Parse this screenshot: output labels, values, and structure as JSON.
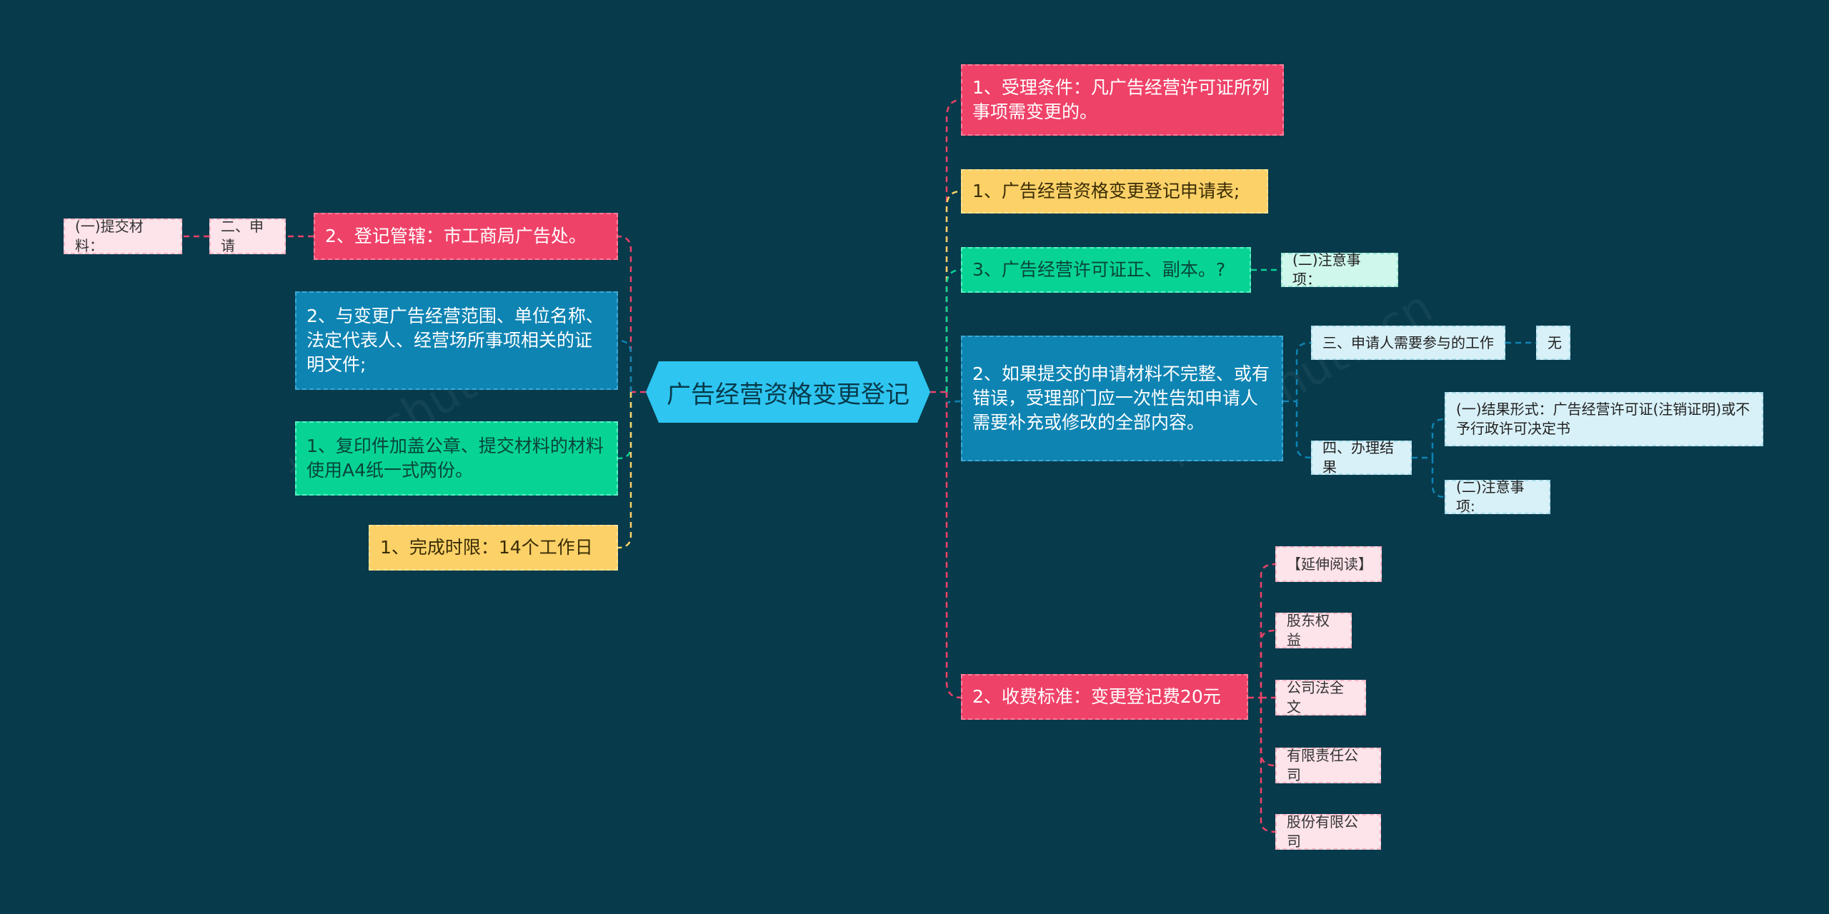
{
  "root": "广告经营资格变更登记",
  "left": {
    "l1": "2、登记管辖：市工商局广告处。",
    "l1_parent": "二、申请",
    "l1_grandparent": "(一)提交材料：",
    "l2": "2、与变更广告经营范围、单位名称、法定代表人、经营场所事项相关的证明文件;",
    "l3": "1、复印件加盖公章、提交材料的材料使用A4纸一式两份。",
    "l4": "1、完成时限：14个工作日"
  },
  "right": {
    "r1": "1、受理条件：凡广告经营许可证所列事项需变更的。",
    "r2": "1、广告经营资格变更登记申请表;",
    "r3": "3、广告经营许可证正、副本。?",
    "r3_child": "(二)注意事项：",
    "r4": "2、如果提交的申请材料不完整、或有错误，受理部门应一次性告知申请人需要补充或修改的全部内容。",
    "r4_child1": "三、申请人需要参与的工作",
    "r4_child1_value": "无",
    "r4_child2": "四、办理结果",
    "r4_child2_a": "(一)结果形式：广告经营许可证(注销证明)或不予行政许可决定书",
    "r4_child2_b": "(二)注意事项:",
    "r5": "2、收费标准：变更登记费20元",
    "r5_children": [
      "【延伸阅读】",
      "股东权益",
      "公司法全文",
      "有限责任公司",
      "股份有限公司"
    ]
  },
  "colors": {
    "background": "#073a4b",
    "root": "#2ec5f1",
    "red": "#ef4268",
    "yellow": "#fbd168",
    "green": "#07d395",
    "blue": "#0e84b3",
    "pink": "#fde3ea",
    "ice": "#d8f1f8",
    "mint": "#cff7ec"
  }
}
